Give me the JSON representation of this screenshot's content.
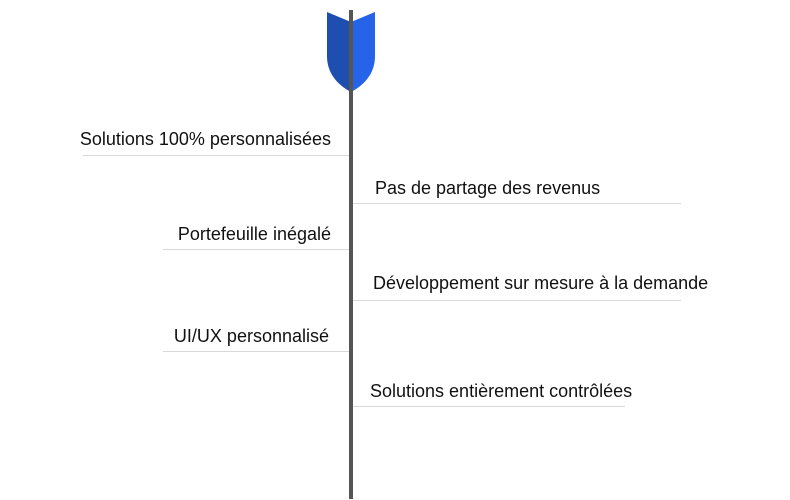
{
  "arrow": {
    "head_color_left": "#1e4fb0",
    "head_color_right": "#2563e8",
    "shaft_color": "#555555",
    "shaft_icon": "arrow-shaft-icon",
    "head_icon": "arrow-fletching-icon"
  },
  "features": [
    {
      "label": "Solutions 100% personnalisées",
      "side": "left"
    },
    {
      "label": "Pas de partage des revenus",
      "side": "right"
    },
    {
      "label": "Portefeuille inégalé",
      "side": "left"
    },
    {
      "label": "Développement sur mesure à la demande",
      "side": "right"
    },
    {
      "label": "UI/UX personnalisé",
      "side": "left"
    },
    {
      "label": "Solutions entièrement contrôlées",
      "side": "right"
    }
  ]
}
